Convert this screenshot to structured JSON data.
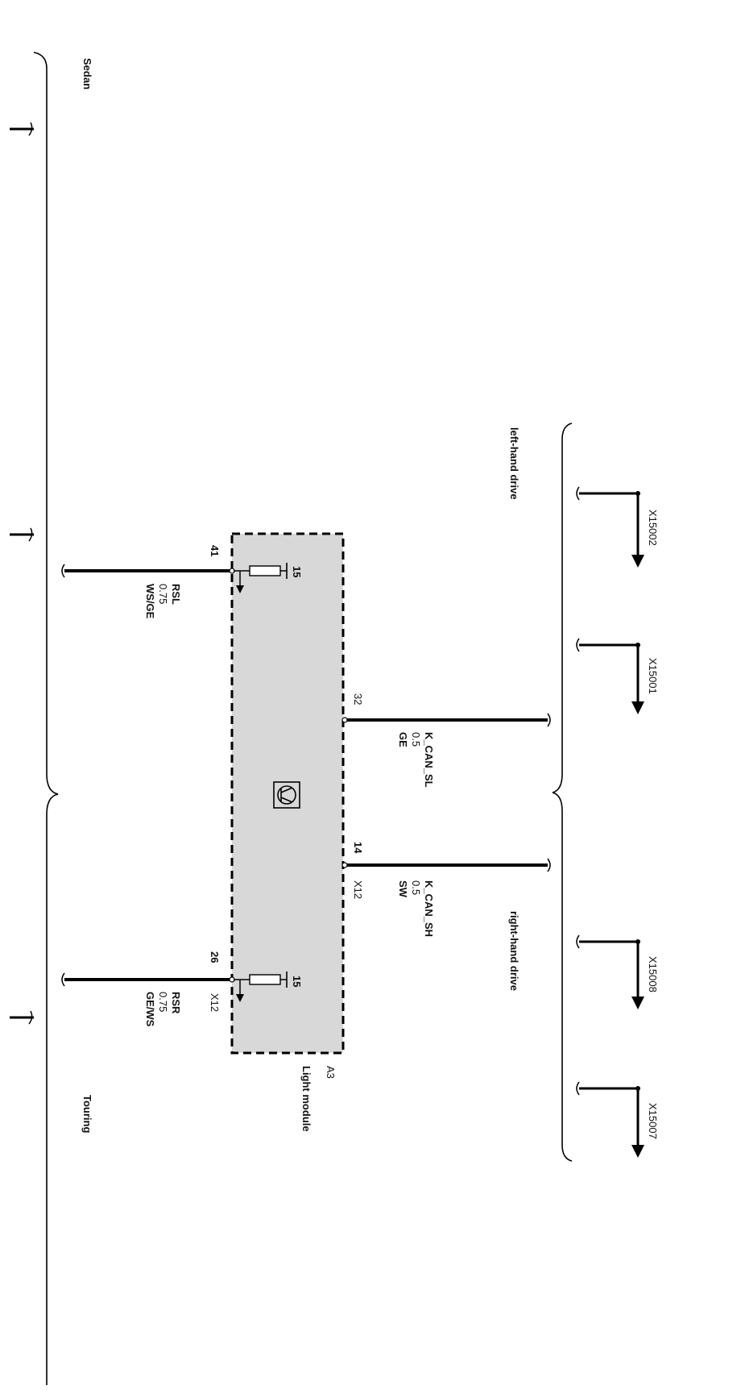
{
  "variants": {
    "sedan": "Sedan",
    "touring": "Touring"
  },
  "drive": {
    "left": "left-hand drive",
    "right": "right-hand drive"
  },
  "connectors": {
    "x15002": "X15002",
    "x15001": "X15001",
    "x15008": "X15008",
    "x15007": "X15007"
  },
  "module": {
    "id": "A3",
    "name": "Light module",
    "connector": "X12"
  },
  "pins": {
    "rsl": {
      "pin": "41",
      "signal": "RSL",
      "size": "0.75",
      "color": "WS/GE",
      "supply": "15"
    },
    "rsr": {
      "pin": "26",
      "signal": "RSR",
      "size": "0.75",
      "color": "GE/WS",
      "supply": "15",
      "connector": "X12"
    },
    "can_sl": {
      "pin": "32",
      "signal": "K_CAN_SL",
      "size": "0.5",
      "color": "GE"
    },
    "can_sh": {
      "pin": "14",
      "signal": "K_CAN_SH",
      "size": "0.5",
      "color": "SW",
      "connector": "X12"
    }
  },
  "colors": {
    "module_fill": "#d8d8d8",
    "line": "#000000"
  }
}
